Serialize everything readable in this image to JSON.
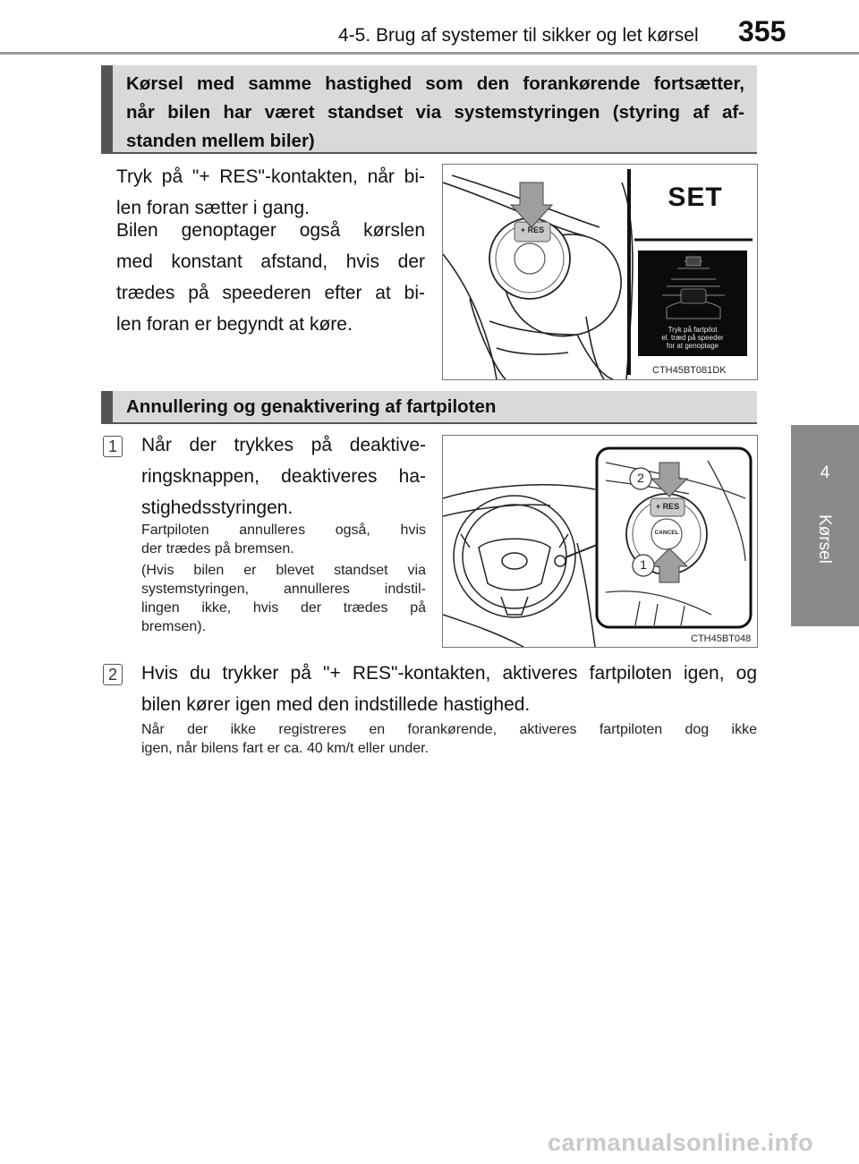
{
  "header": {
    "section_title": "4-5. Brug af systemer til sikker og let kørsel",
    "page_number": "355"
  },
  "side_tab": {
    "chapter_number": "4",
    "chapter_label": "Kørsel"
  },
  "section1": {
    "heading": "Kørsel med samme hastighed som den forankørende fortsætter, når bilen har været standset via systemstyringen (styring af afstanden mellem biler)",
    "heading_lines": [
      "Kørsel med samme hastighed som den forankørende fortsætter,",
      "når bilen har været standset via systemstyringen (styring af af-",
      "standen mellem biler)"
    ],
    "paragraph1": "Tryk på \"+ RES\"-kontakten, når bilen foran sætter i gang.",
    "paragraph1_lines": [
      "Tryk på \"+ RES\"-kontakten, når bi-",
      "len foran sætter i gang."
    ],
    "paragraph2_lines": [
      "Bilen genoptager også kørslen",
      "med konstant afstand, hvis der",
      "trædes på speederen efter at bi-",
      "len foran er begyndt at køre."
    ],
    "figure": {
      "display_text": "SET",
      "button_label": "+ RES",
      "screen_message_lines": [
        "Tryk på fartpilot",
        "el. træd på speeder",
        "for at genoptage"
      ],
      "code": "CTH45BT081DK"
    }
  },
  "section2": {
    "heading": "Annullering og genaktivering af fartpiloten",
    "step1": {
      "number": "1",
      "text_lines": [
        "Når der trykkes på deaktive-",
        "ringsknappen, deaktiveres ha-",
        "stighedsstyringen."
      ],
      "note1_lines": [
        "Fartpiloten annulleres også, hvis",
        "der trædes på bremsen."
      ],
      "note2_lines": [
        "(Hvis bilen er blevet standset via",
        "systemstyringen, annulleres indstil-",
        "lingen ikke, hvis der trædes på",
        "bremsen)."
      ]
    },
    "figure": {
      "button_res_label": "+ RES",
      "button_cancel_label": "CANCEL",
      "callout_1": "1",
      "callout_2": "2",
      "code": "CTH45BT048"
    },
    "step2": {
      "number": "2",
      "text_lines": [
        "Hvis du trykker på \"+ RES\"-kontakten, aktiveres fartpiloten igen, og",
        "bilen kører igen med den indstillede hastighed."
      ],
      "note_lines": [
        "Når der ikke registreres en forankørende, aktiveres fartpiloten dog ikke",
        "igen, når bilens fart er ca. 40 km/t eller under."
      ]
    }
  },
  "footer": {
    "watermark": "carmanualsonline.info"
  }
}
